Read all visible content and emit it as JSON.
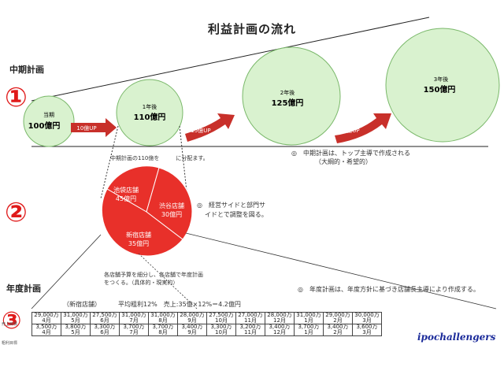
{
  "title": "利益計画の流れ",
  "sections": {
    "midterm": "中期計画",
    "annual": "年度計画"
  },
  "step_numbers": [
    "①",
    "②",
    "③"
  ],
  "circles": [
    {
      "year": "当期",
      "value": "100億円"
    },
    {
      "year": "1年後",
      "value": "110億円"
    },
    {
      "year": "2年後",
      "value": "125億円"
    },
    {
      "year": "3年後",
      "value": "150億円"
    }
  ],
  "arrows": [
    "10億UP",
    "15億UP",
    "25億UP"
  ],
  "notes": {
    "midterm_note": "◎　中期計画は、トップ主導で作成される",
    "midterm_note2": "（大綱的・希望的）",
    "breakdown_caption": "中期計画の110億を　　　に分配ます。",
    "pie_note": "◎　経営サイドと部門サ",
    "pie_note2": "イドとで調整を図る。",
    "store_caption": "各店舗予算を細分し、各店舗で年度計画",
    "store_caption2": "をつくる。（具体的・現実的）",
    "annual_note": "◎　年度計画は、年度方針に基づき店舗長主導により作成する。"
  },
  "pie": [
    {
      "name": "池袋店舗",
      "value": "45億円"
    },
    {
      "name": "渋谷店舗",
      "value": "30億円"
    },
    {
      "name": "新宿店舗",
      "value": "35億円"
    }
  ],
  "annual": {
    "store": "（新宿店舗）",
    "formula": "平均粗利12%　売上:35億×12%＝4.2億円",
    "row_labels": [
      "売上目標",
      "粗利目標"
    ],
    "sales": [
      {
        "v": "29,000万",
        "m": "4月"
      },
      {
        "v": "31,000万",
        "m": "5月"
      },
      {
        "v": "27,500万",
        "m": "6月"
      },
      {
        "v": "31,000万",
        "m": "7月"
      },
      {
        "v": "31,000万",
        "m": "8月"
      },
      {
        "v": "28,000万",
        "m": "9月"
      },
      {
        "v": "27,500万",
        "m": "10月"
      },
      {
        "v": "27,000万",
        "m": "11月"
      },
      {
        "v": "28,000万",
        "m": "12月"
      },
      {
        "v": "31,000万",
        "m": "1月"
      },
      {
        "v": "29,000万",
        "m": "2月"
      },
      {
        "v": "30,000万",
        "m": "3月"
      }
    ],
    "profit": [
      {
        "v": "3,500万",
        "m": "4月"
      },
      {
        "v": "3,800万",
        "m": "5月"
      },
      {
        "v": "3,300万",
        "m": "6月"
      },
      {
        "v": "3,700万",
        "m": "7月"
      },
      {
        "v": "3,700万",
        "m": "8月"
      },
      {
        "v": "3,400万",
        "m": "9月"
      },
      {
        "v": "3,300万",
        "m": "10月"
      },
      {
        "v": "3,200万",
        "m": "11月"
      },
      {
        "v": "3,400万",
        "m": "12月"
      },
      {
        "v": "3,700万",
        "m": "1月"
      },
      {
        "v": "3,400万",
        "m": "2月"
      },
      {
        "v": "3,600万",
        "m": "3月"
      }
    ]
  },
  "brand": "ipochallengers",
  "colors": {
    "circle_fill": "#d9f2cf",
    "circle_stroke": "#7ab86a",
    "arrow": "#c8302a",
    "pie": "#e8302a",
    "step_number": "#e01a1a"
  }
}
